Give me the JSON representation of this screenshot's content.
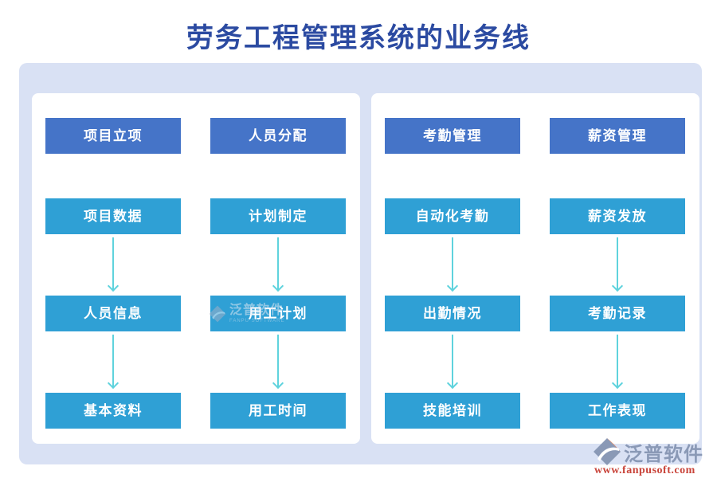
{
  "diagram": {
    "title": "劳务工程管理系统的业务线",
    "panels": [
      {
        "columns": [
          {
            "header": "项目立项",
            "steps": [
              "项目数据",
              "人员信息",
              "基本资料"
            ]
          },
          {
            "header": "人员分配",
            "steps": [
              "计划制定",
              "用工计划",
              "用工时间"
            ]
          }
        ]
      },
      {
        "columns": [
          {
            "header": "考勤管理",
            "steps": [
              "自动化考勤",
              "出勤情况",
              "技能培训"
            ]
          },
          {
            "header": "薪资管理",
            "steps": [
              "薪资发放",
              "考勤记录",
              "工作表现"
            ]
          }
        ]
      }
    ]
  },
  "watermark": {
    "brand": "泛普软件",
    "caption": "FANPU SOFTWARE"
  },
  "footer": {
    "brand": "泛普软件",
    "website": "www.fanpusoft.com"
  },
  "colors": {
    "title": "#2b4aa1",
    "canvas": "#d9e1f4",
    "header_box": "#4574c8",
    "step_box": "#2fa0d5",
    "arrow": "#5fd3dd",
    "brand_slate": "#8a99b6",
    "brand_orange": "#e8713b",
    "url_red": "#c9443a"
  }
}
